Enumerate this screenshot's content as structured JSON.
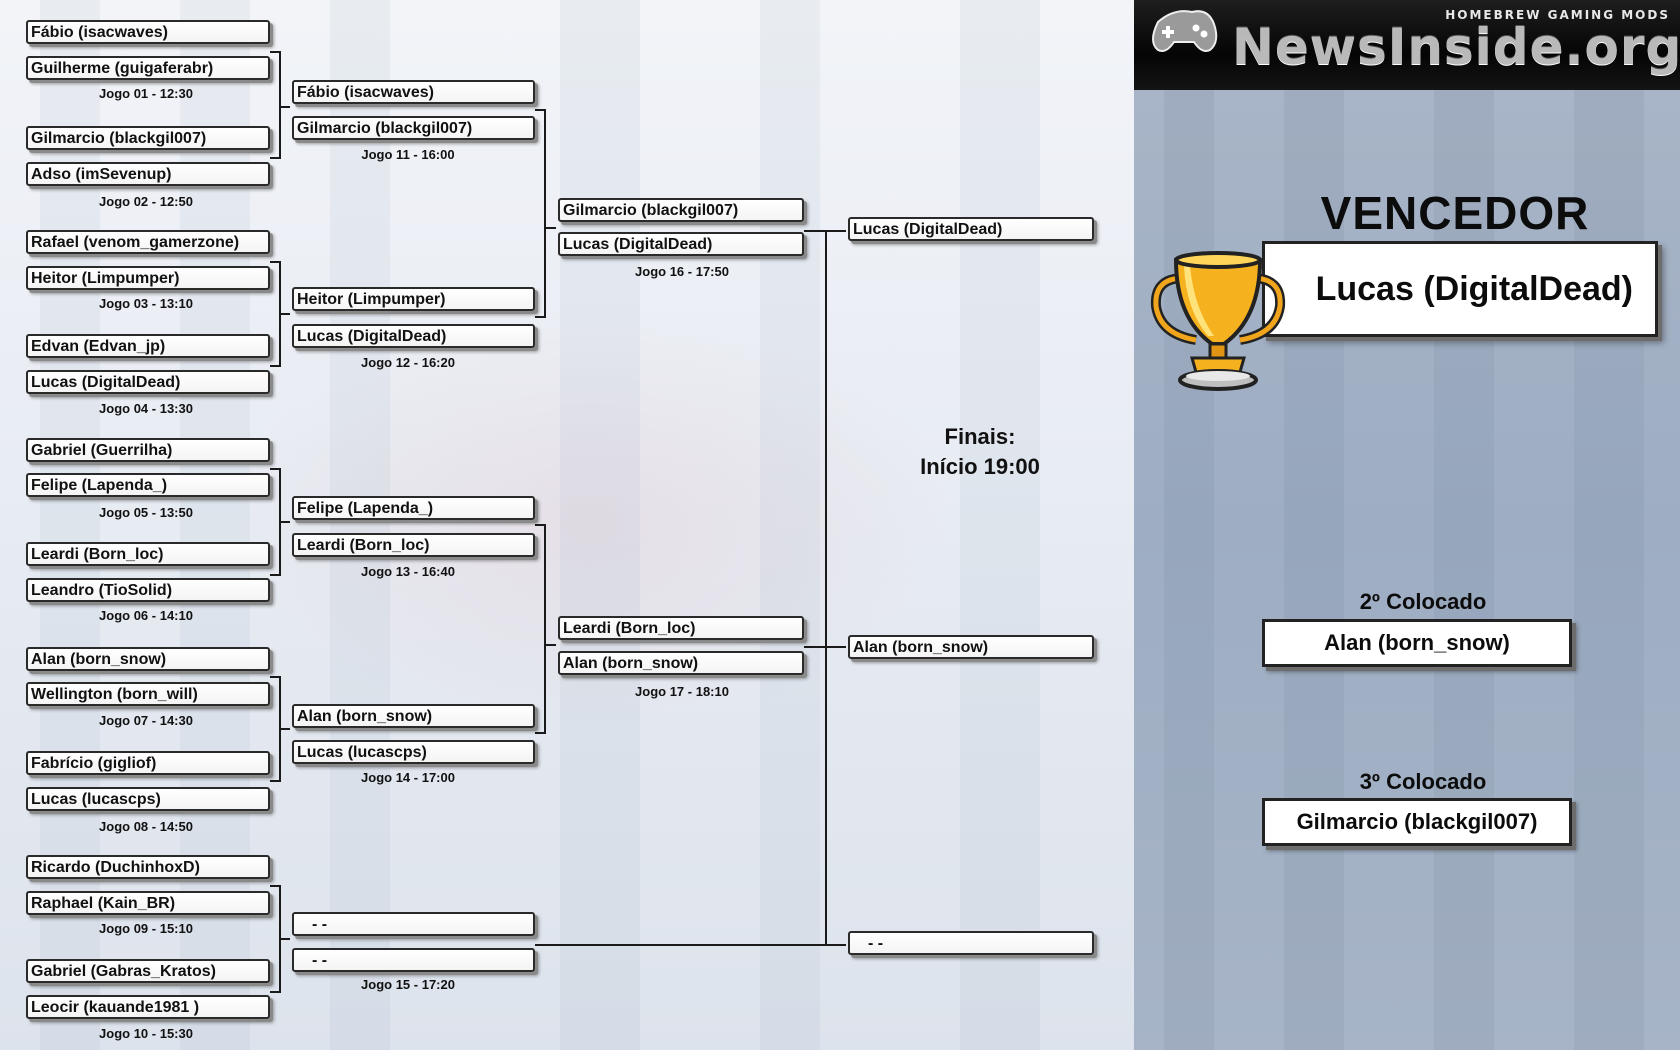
{
  "header": {
    "logo_text": "NewsInside.org",
    "tagline": "HOMEBREW GAMING MODS"
  },
  "round1": [
    {
      "player1": "Fábio (isacwaves)",
      "player2": "Guilherme (guigaferabr)",
      "label": "Jogo 01 - 12:30"
    },
    {
      "player1": "Gilmarcio (blackgil007)",
      "player2": "Adso (imSevenup)",
      "label": "Jogo 02 - 12:50"
    },
    {
      "player1": "Rafael (venom_gamerzone)",
      "player2": "Heitor (Limpumper)",
      "label": "Jogo 03 - 13:10"
    },
    {
      "player1": "Edvan (Edvan_jp)",
      "player2": "Lucas (DigitalDead)",
      "label": "Jogo 04 - 13:30"
    },
    {
      "player1": "Gabriel (Guerrilha)",
      "player2": "Felipe (Lapenda_)",
      "label": "Jogo 05 - 13:50"
    },
    {
      "player1": "Leardi (Born_loc)",
      "player2": "Leandro (TioSolid)",
      "label": "Jogo 06 - 14:10"
    },
    {
      "player1": "Alan (born_snow)",
      "player2": "Wellington (born_will)",
      "label": "Jogo 07 - 14:30"
    },
    {
      "player1": "Fabrício (gigliof)",
      "player2": "Lucas (lucascps)",
      "label": "Jogo 08 - 14:50"
    },
    {
      "player1": "Ricardo (DuchinhoxD)",
      "player2": "Raphael (Kain_BR)",
      "label": "Jogo 09 - 15:10"
    },
    {
      "player1": "Gabriel (Gabras_Kratos)",
      "player2": "Leocir (kauande1981 )",
      "label": "Jogo 10 - 15:30"
    }
  ],
  "round2": [
    {
      "player1": "Fábio (isacwaves)",
      "player2": "Gilmarcio (blackgil007)",
      "label": "Jogo 11 - 16:00"
    },
    {
      "player1": "Heitor (Limpumper)",
      "player2": "Lucas (DigitalDead)",
      "label": "Jogo 12 - 16:20"
    },
    {
      "player1": "Felipe (Lapenda_)",
      "player2": "Leardi (Born_loc)",
      "label": "Jogo 13 - 16:40"
    },
    {
      "player1": "Alan (born_snow)",
      "player2": "Lucas (lucascps)",
      "label": "Jogo 14 - 17:00"
    },
    {
      "player1": "- -",
      "player2": "- -",
      "label": "Jogo 15 - 17:20"
    }
  ],
  "round3": [
    {
      "player1": "Gilmarcio (blackgil007)",
      "player2": "Lucas (DigitalDead)",
      "label": "Jogo 16 - 17:50"
    },
    {
      "player1": "Leardi (Born_loc)",
      "player2": "Alan (born_snow)",
      "label": "Jogo 17 - 18:10"
    }
  ],
  "finals": {
    "slots": [
      "Lucas (DigitalDead)",
      "Alan (born_snow)",
      "- -"
    ],
    "note_line1": "Finais:",
    "note_line2": "Início 19:00"
  },
  "results": {
    "winner_title": "VENCEDOR",
    "winner_name": "Lucas (DigitalDead)",
    "second_title": "2º Colocado",
    "second_name": "Alan (born_snow)",
    "third_title": "3º Colocado",
    "third_name": "Gilmarcio (blackgil007)"
  },
  "colors": {
    "slot_border": "#2a2a2a",
    "line": "#1a1a1a",
    "right_panel": "#a3b1c5",
    "banner": "#0a0a0a"
  }
}
